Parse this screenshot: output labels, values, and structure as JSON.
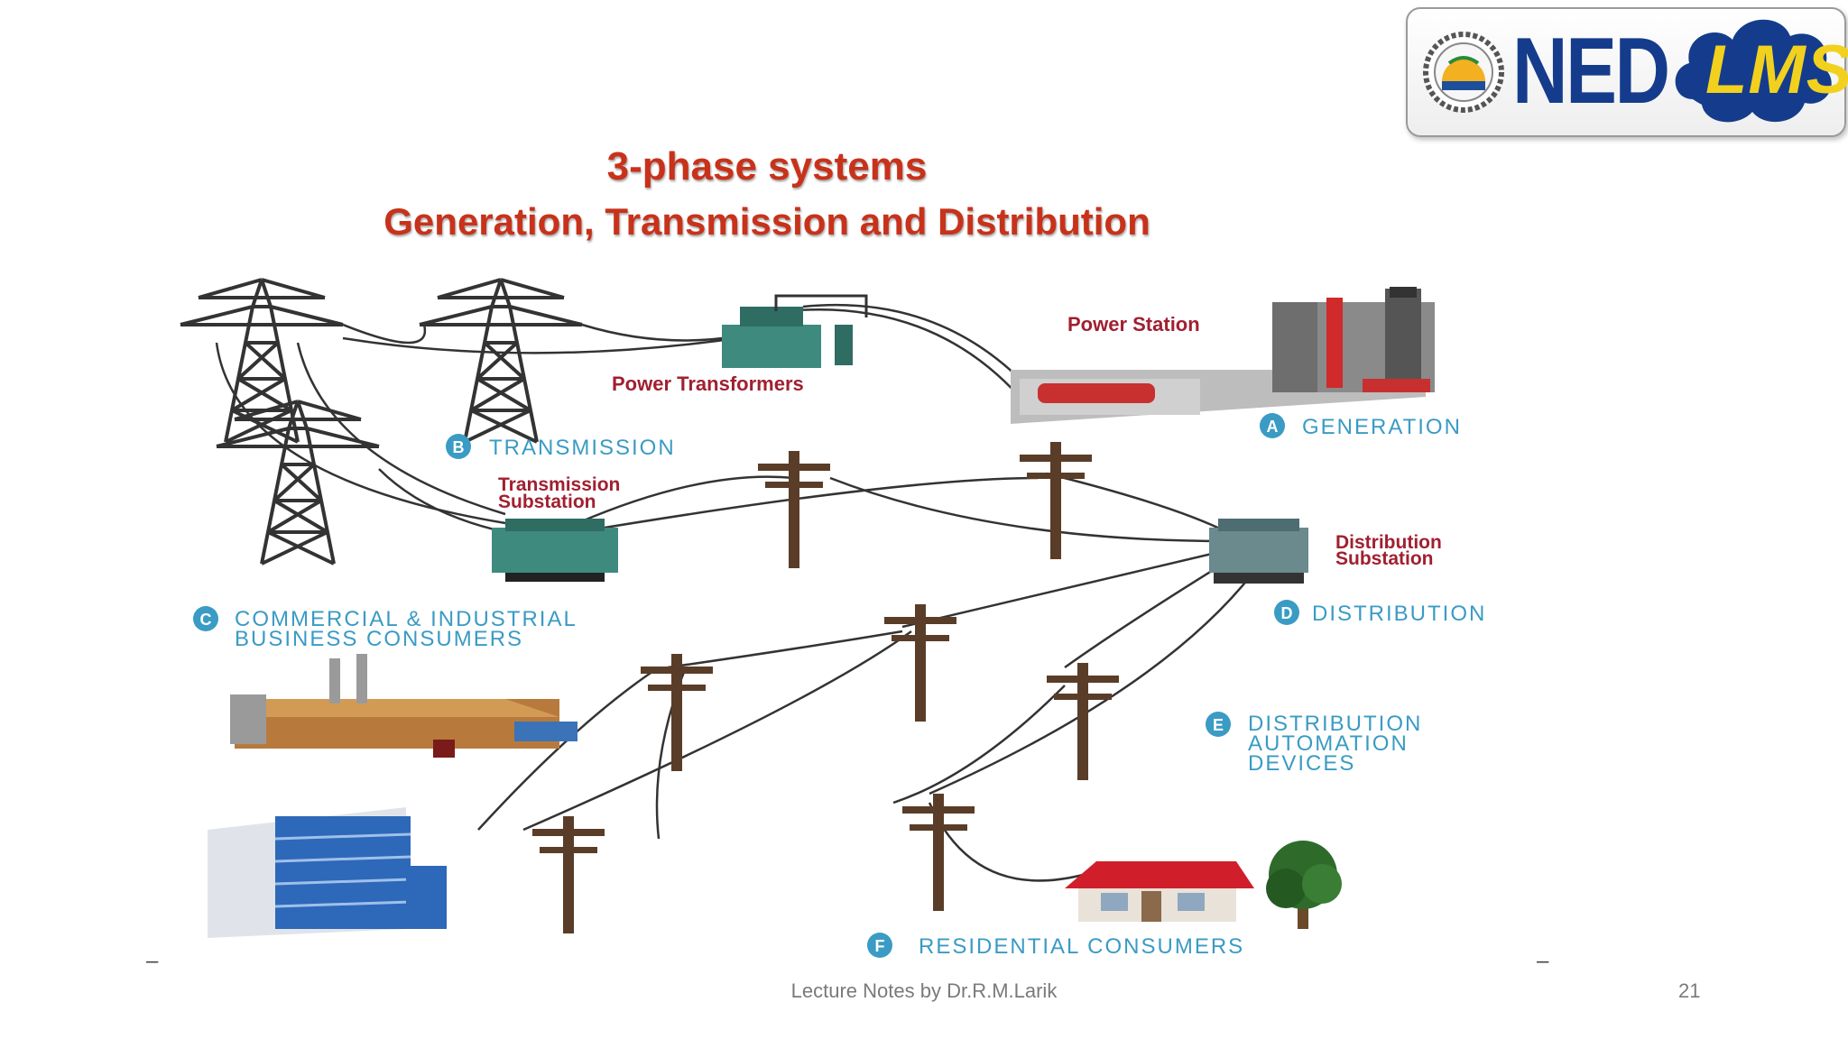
{
  "logo": {
    "primary": "NED",
    "secondary": "LMS"
  },
  "title": {
    "line1": "3-phase systems",
    "line2": "Generation, Transmission and Distribution"
  },
  "labels": {
    "power_station": "Power Station",
    "power_transformers": "Power Transformers",
    "transmission_substation_l1": "Transmission",
    "transmission_substation_l2": "Substation",
    "distribution_substation_l1": "Distribution",
    "distribution_substation_l2": "Substation"
  },
  "sections": {
    "a": {
      "badge": "A",
      "text": "GENERATION"
    },
    "b": {
      "badge": "B",
      "text": "TRANSMISSION"
    },
    "c": {
      "badge": "C",
      "line1": "COMMERCIAL & INDUSTRIAL",
      "line2": "BUSINESS CONSUMERS"
    },
    "d": {
      "badge": "D",
      "text": "DISTRIBUTION"
    },
    "e": {
      "badge": "E",
      "line1": "DISTRIBUTION",
      "line2": "AUTOMATION",
      "line3": "DEVICES"
    },
    "f": {
      "badge": "F",
      "text": "RESIDENTIAL CONSUMERS"
    }
  },
  "footer": {
    "text": "Lecture Notes by Dr.R.M.Larik",
    "page": "21"
  },
  "colors": {
    "title": "#c8321a",
    "section_label": "#3a9bc4",
    "badge": "#3a9bc4",
    "diagram_label": "#a02030",
    "logo_text": "#153c8c",
    "logo_cloud": "#153c8c",
    "logo_accent": "#f2d11e"
  }
}
